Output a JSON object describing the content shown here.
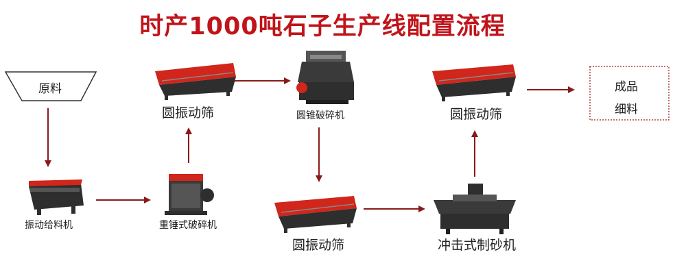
{
  "title": "时产1000吨石子生产线配置流程",
  "colors": {
    "title": "#c0141a",
    "arrow": "#8a1a1a",
    "machine_red": "#d0261b",
    "machine_dark": "#2e2e2e"
  },
  "nodes": {
    "raw": "原料",
    "feeder": "振动给料机",
    "hammer": "重锤式破碎机",
    "screen1": "圆振动筛",
    "cone": "圆锥破碎机",
    "screen2": "圆振动筛",
    "screen3": "圆振动筛",
    "sandmaker": "冲击式制砂机",
    "product_line1": "成品",
    "product_line2": "细料"
  }
}
